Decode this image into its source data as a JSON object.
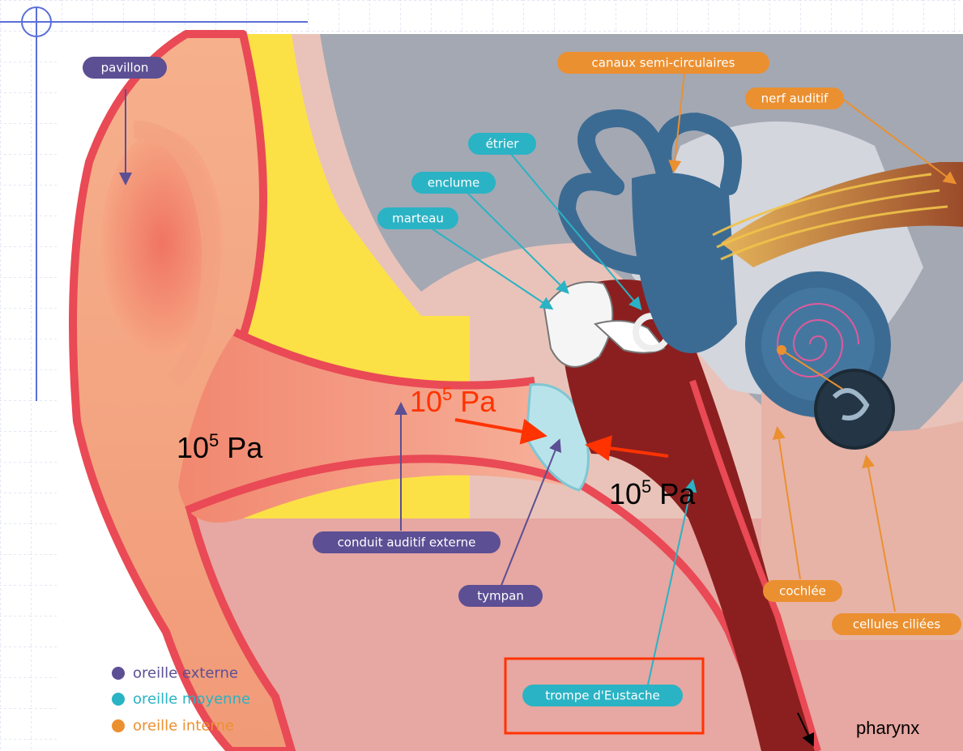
{
  "colors": {
    "outer_ear": "#5c4f94",
    "middle_ear": "#2ab3c4",
    "inner_ear": "#eb9030",
    "annotation_red": "#ff3300",
    "canal_yellow": "#fce146",
    "bone_gray": "#a4a8b3"
  },
  "labels": {
    "pavillon": "pavillon",
    "canaux": "canaux semi-circulaires",
    "nerf": "nerf auditif",
    "etrier": "étrier",
    "enclume": "enclume",
    "marteau": "marteau",
    "conduit": "conduit auditif externe",
    "tympan": "tympan",
    "trompe": "trompe d'Eustache",
    "cochlee": "cochlée",
    "cellules": "cellules ciliées"
  },
  "legend": [
    {
      "label": "oreille externe",
      "color": "#5c4f94"
    },
    {
      "label": "oreille moyenne",
      "color": "#2ab3c4"
    },
    {
      "label": "oreille interne",
      "color": "#eb9030"
    }
  ],
  "pressure": {
    "base": "10",
    "exponent": "5",
    "unit": " Pa"
  },
  "pharynx": "pharynx"
}
